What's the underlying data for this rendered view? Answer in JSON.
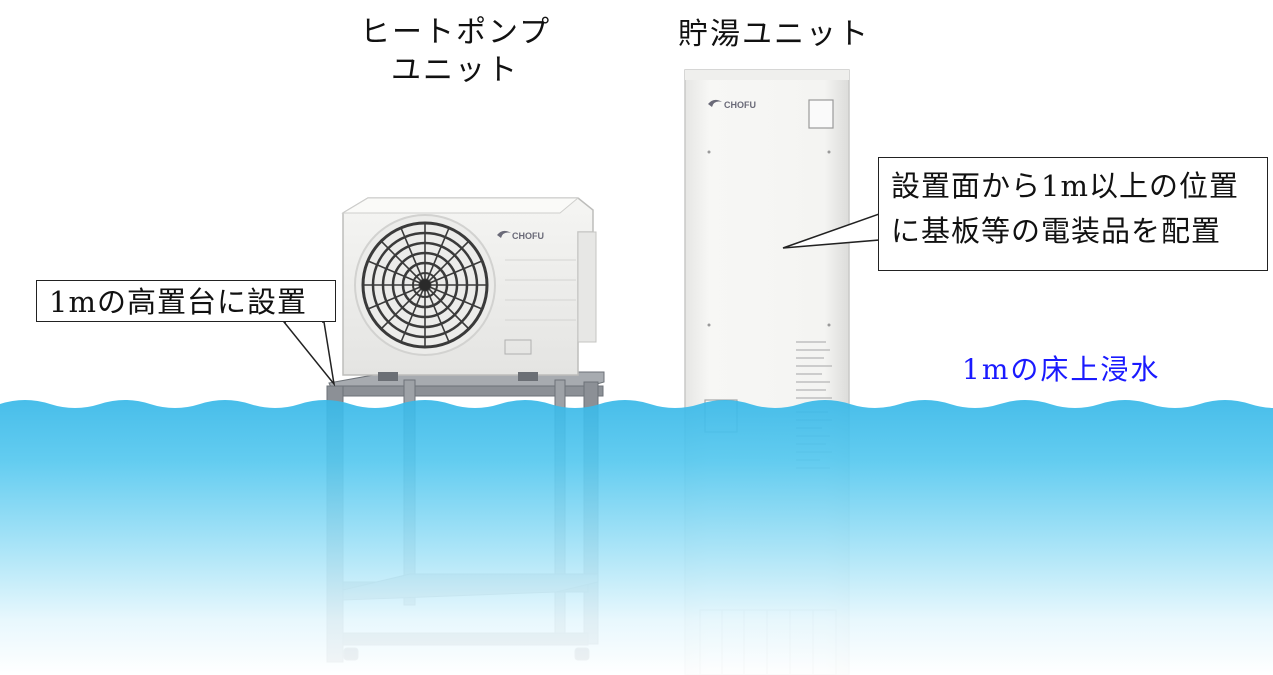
{
  "labels": {
    "heat_pump_line1": "ヒートポンプ",
    "heat_pump_line2": "ユニット",
    "tank_unit": "貯湯ユニット",
    "flood_level": "1mの床上浸水"
  },
  "callouts": {
    "stand": "1mの高置台に設置",
    "board_line1": "設置面から1m以上の位置",
    "board_line2": "に基板等の電装品を配置"
  },
  "brand": {
    "logo_text": "CHOFU"
  },
  "colors": {
    "water_top": "#4fc3ec",
    "water_bottom": "#ffffff",
    "flood_text": "#1a1aff",
    "unit_body": "#f2f2f0",
    "stand_metal": "#8c9096"
  }
}
